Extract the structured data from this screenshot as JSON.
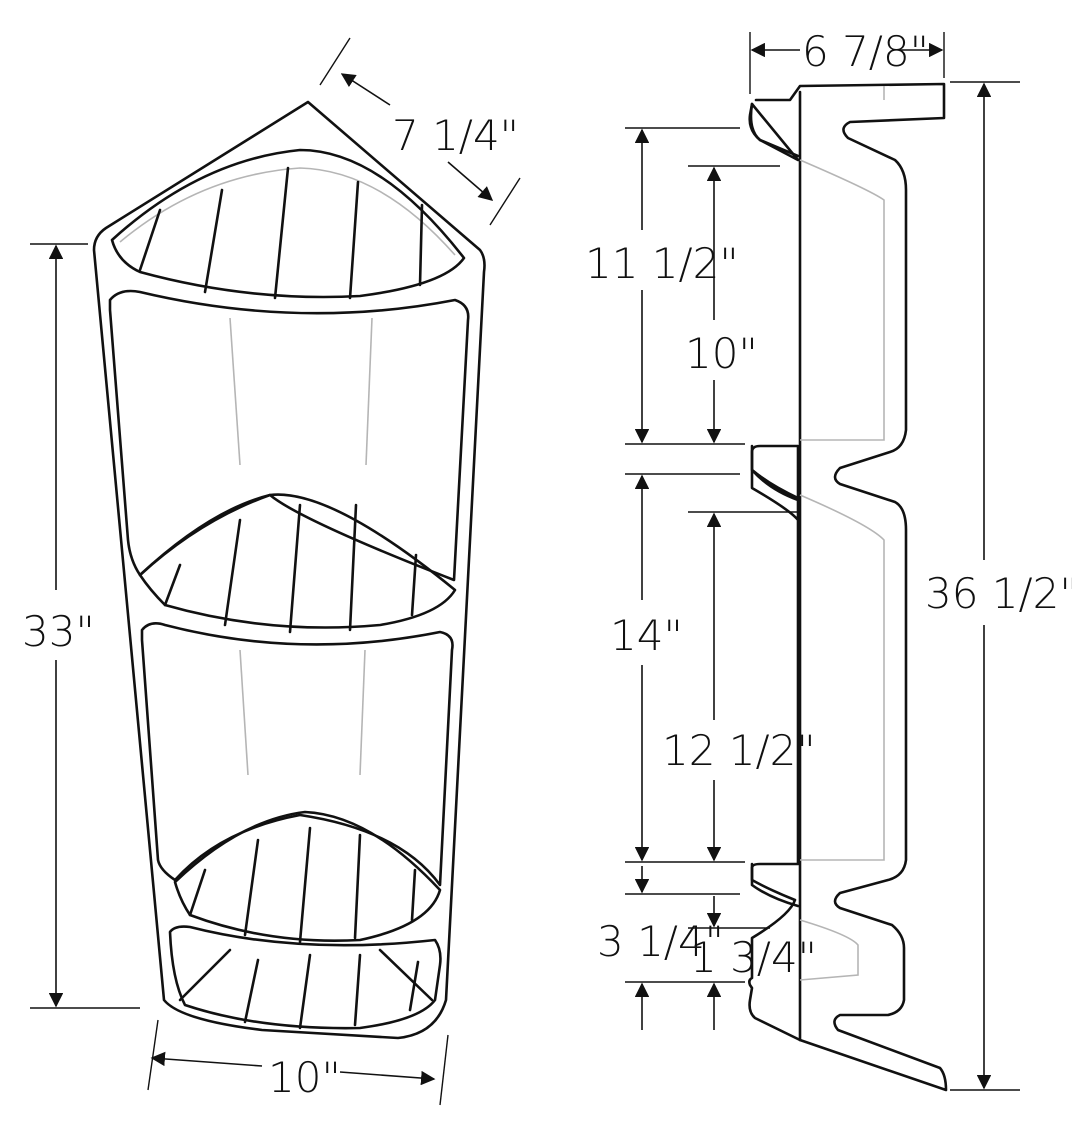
{
  "front_view": {
    "top_edge": "7 1/4\"",
    "height": "33\"",
    "width": "10\""
  },
  "side_view": {
    "depth": "6 7/8\"",
    "total_height": "36 1/2\"",
    "upper_outer": "11 1/2\"",
    "upper_inner": "10\"",
    "middle_outer": "14\"",
    "middle_inner": "12 1/2\"",
    "lower_outer": "3 1/4\"",
    "lower_inner": "1 3/4\""
  }
}
